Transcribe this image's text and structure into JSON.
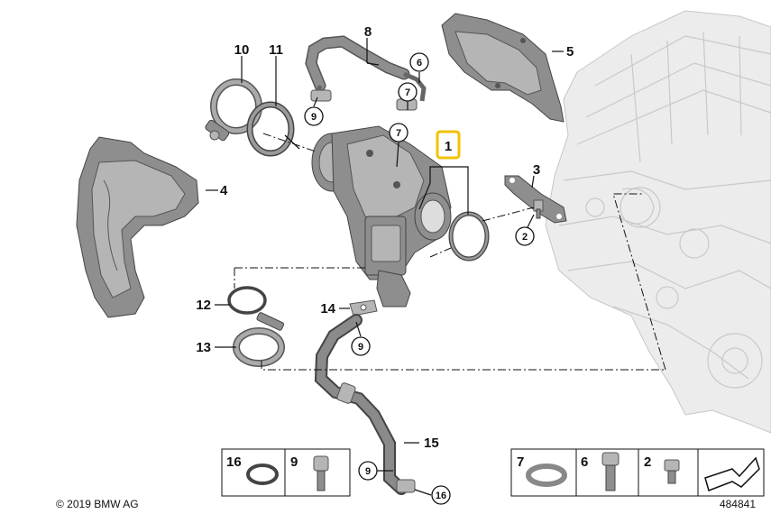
{
  "labels": {
    "p1": "1",
    "p2": "2",
    "p3": "3",
    "p4": "4",
    "p5": "5",
    "p6": "6",
    "p7a": "7",
    "p7b": "7",
    "p8": "8",
    "p9a": "9",
    "p9b": "9",
    "p9c": "9",
    "p10": "10",
    "p11": "11",
    "p12": "12",
    "p13": "13",
    "p14": "14",
    "p15": "15",
    "p16": "16"
  },
  "legend_left": {
    "item_a": "16",
    "item_b": "9"
  },
  "legend_right": {
    "item_a": "7",
    "item_b": "6",
    "item_c": "2"
  },
  "footer": {
    "copyright": "© 2019 BMW AG",
    "diagram_number": "484841"
  },
  "colors": {
    "highlight": "#f2c200",
    "part": "#8e8e8e",
    "engine": "#ececec"
  }
}
